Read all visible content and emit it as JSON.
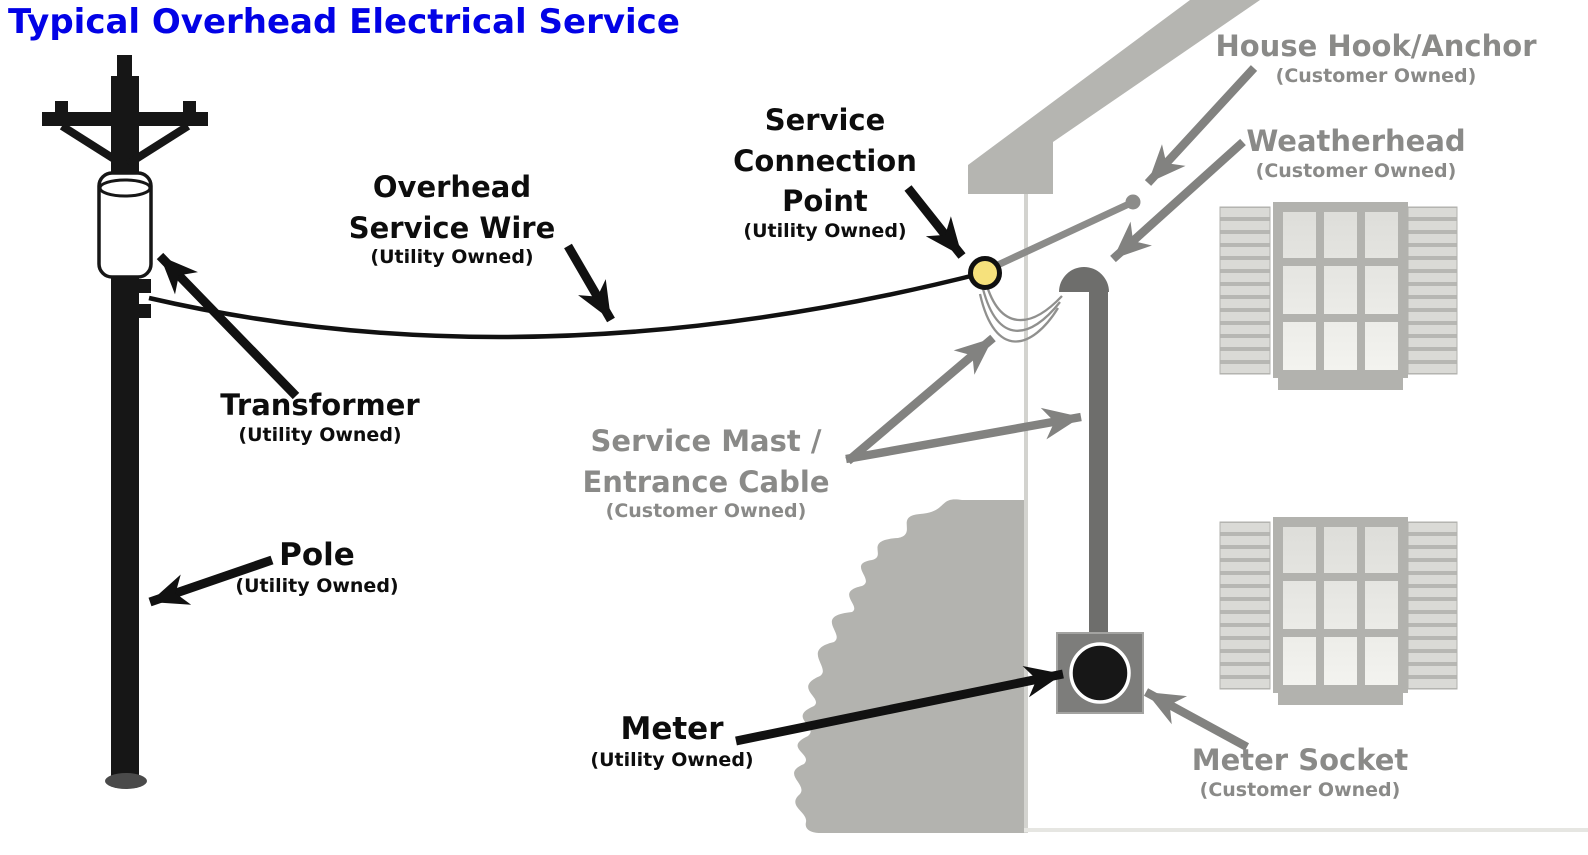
{
  "title": "Typical Overhead Electrical Service",
  "labels": {
    "overhead_service_wire": {
      "name": "Overhead Service Wire",
      "owner": "(Utility Owned)"
    },
    "service_connection_point": {
      "name": "Service Connection Point",
      "owner": "(Utility Owned)"
    },
    "house_hook": {
      "name": "House Hook/Anchor",
      "owner": "(Customer Owned)"
    },
    "weatherhead": {
      "name": "Weatherhead",
      "owner": "(Customer Owned)"
    },
    "transformer": {
      "name": "Transformer",
      "owner": "(Utility Owned)"
    },
    "pole": {
      "name": "Pole",
      "owner": "(Utility Owned)"
    },
    "service_mast": {
      "name": "Service Mast / Entrance Cable",
      "owner": "(Customer Owned)"
    },
    "meter": {
      "name": "Meter",
      "owner": "(Utility Owned)"
    },
    "meter_socket": {
      "name": "Meter Socket",
      "owner": "(Customer Owned)"
    }
  },
  "colors": {
    "title_blue": "#0202e6",
    "utility_label_black": "#0d0d0d",
    "customer_label_gray": "#8a8a88",
    "connection_point_yellow": "#f6e17c",
    "house_gray": "#b5b5b1",
    "hardware_dark_gray": "#6e6e6c",
    "arrow_black": "#111111",
    "arrow_gray": "#828280"
  }
}
